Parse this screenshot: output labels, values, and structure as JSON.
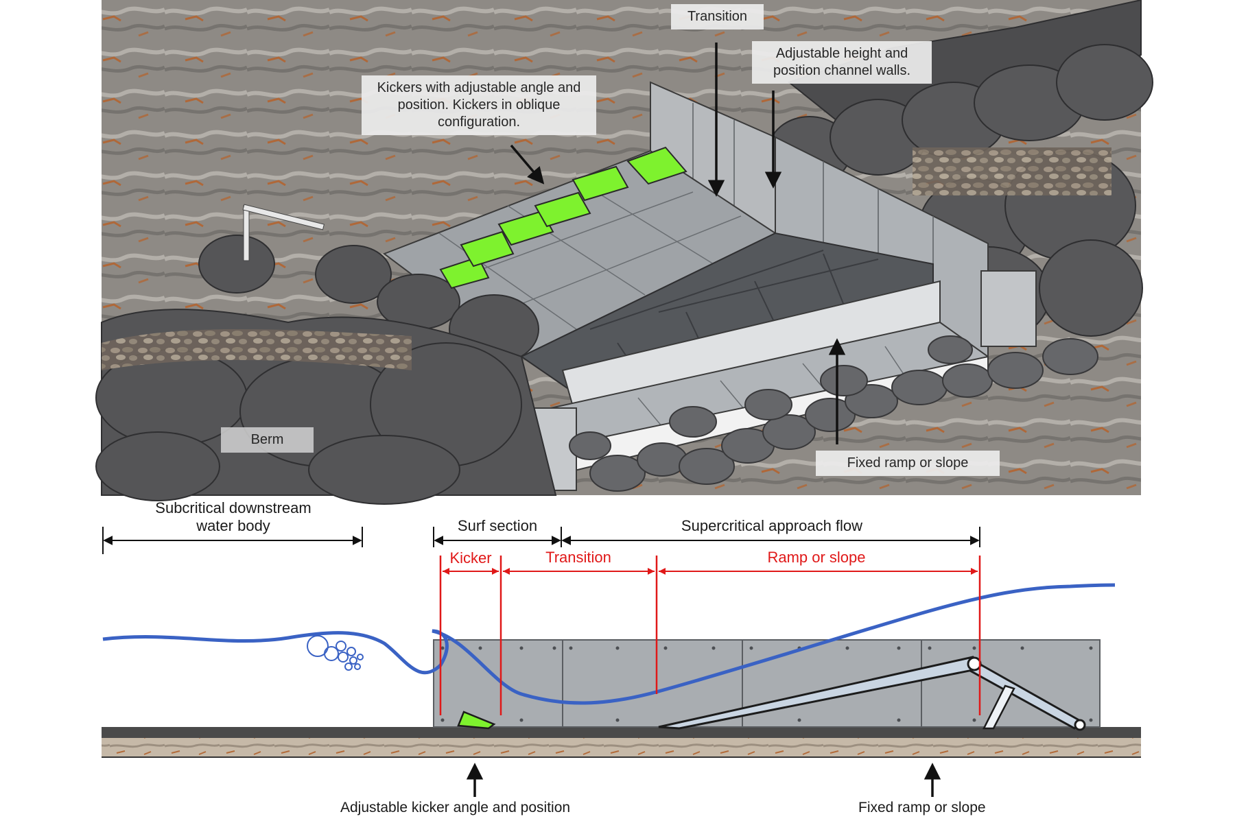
{
  "illustration": {
    "callouts": {
      "transition": "Transition",
      "channel_walls": "Adjustable height and position channel walls.",
      "kickers": "Kickers with adjustable angle and position. Kickers in oblique configuration.",
      "berm": "Berm",
      "fixed_ramp": "Fixed ramp or slope"
    }
  },
  "section": {
    "zones": {
      "downstream": "Subcritical downstream water body",
      "surf_section": "Surf section",
      "approach_flow": "Supercritical approach flow"
    },
    "parts": {
      "kicker": "Kicker",
      "transition": "Transition",
      "ramp": "Ramp or slope"
    },
    "bottom_labels": {
      "kicker_note": "Adjustable kicker angle and position",
      "ramp_note": "Fixed ramp or slope"
    },
    "colors": {
      "water": "#3a62c4",
      "red_dimension": "#e01818",
      "kicker_green": "#7ef22e",
      "panel": "#a9adb1"
    }
  }
}
